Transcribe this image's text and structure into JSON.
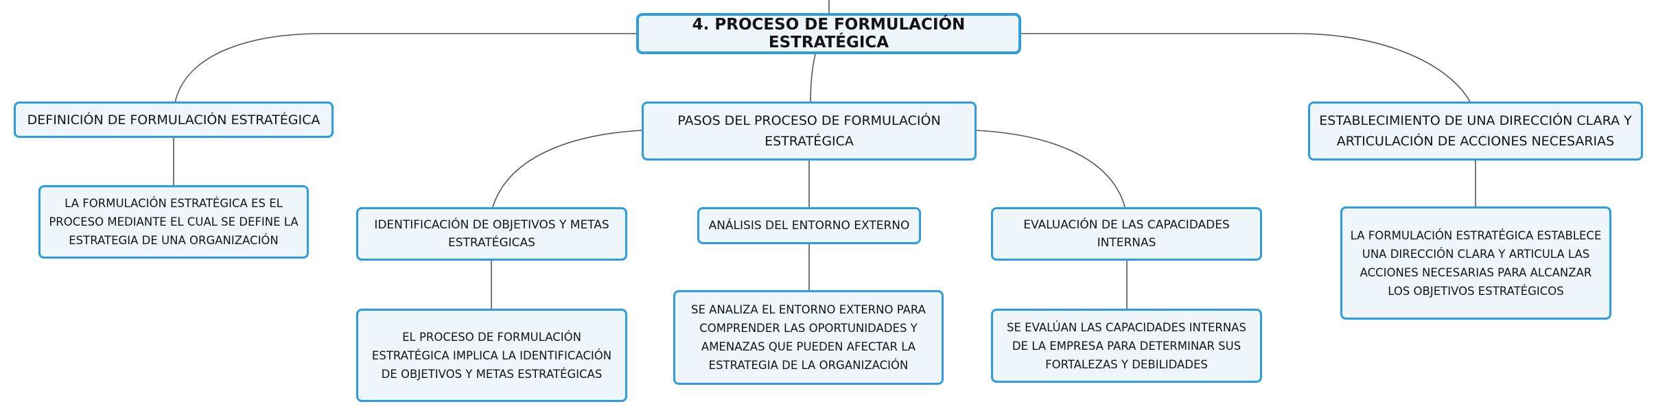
{
  "root": {
    "label": "4. PROCESO DE FORMULACIÓN ESTRATÉGICA"
  },
  "branches": {
    "definicion": {
      "label": "DEFINICIÓN DE FORMULACIÓN ESTRATÉGICA"
    },
    "definicion_detail": {
      "label": "LA FORMULACIÓN ESTRATÉGICA ES EL PROCESO MEDIANTE EL CUAL SE DEFINE LA ESTRATEGIA DE UNA ORGANIZACIÓN"
    },
    "pasos": {
      "label": "PASOS DEL PROCESO DE FORMULACIÓN ESTRATÉGICA"
    },
    "identificacion": {
      "label": "IDENTIFICACIÓN DE OBJETIVOS Y METAS ESTRATÉGICAS"
    },
    "identificacion_detail": {
      "label": "EL PROCESO DE FORMULACIÓN ESTRATÉGICA IMPLICA LA IDENTIFICACIÓN DE OBJETIVOS Y METAS ESTRATÉGICAS"
    },
    "analisis": {
      "label": "ANÁLISIS DEL ENTORNO EXTERNO"
    },
    "analisis_detail": {
      "label": "SE ANALIZA EL ENTORNO EXTERNO PARA COMPRENDER LAS OPORTUNIDADES Y AMENAZAS QUE PUEDEN AFECTAR LA ESTRATEGIA DE LA ORGANIZACIÓN"
    },
    "evaluacion": {
      "label": "EVALUACIÓN DE LAS CAPACIDADES INTERNAS"
    },
    "evaluacion_detail": {
      "label": "SE EVALÚAN LAS CAPACIDADES INTERNAS DE LA EMPRESA PARA DETERMINAR SUS FORTALEZAS Y DEBILIDADES"
    },
    "establecimiento": {
      "label": "ESTABLECIMIENTO DE UNA DIRECCIÓN CLARA Y ARTICULACIÓN DE ACCIONES NECESARIAS"
    },
    "establecimiento_detail": {
      "label": "LA FORMULACIÓN ESTRATÉGICA ESTABLECE UNA DIRECCIÓN CLARA Y ARTICULA LAS ACCIONES NECESARIAS PARA ALCANZAR LOS OBJETIVOS ESTRATÉGICOS"
    }
  },
  "colors": {
    "node_border": "#2e9ce0",
    "node_fill": "#eef6fb",
    "connector": "#555555",
    "text": "#141414"
  }
}
